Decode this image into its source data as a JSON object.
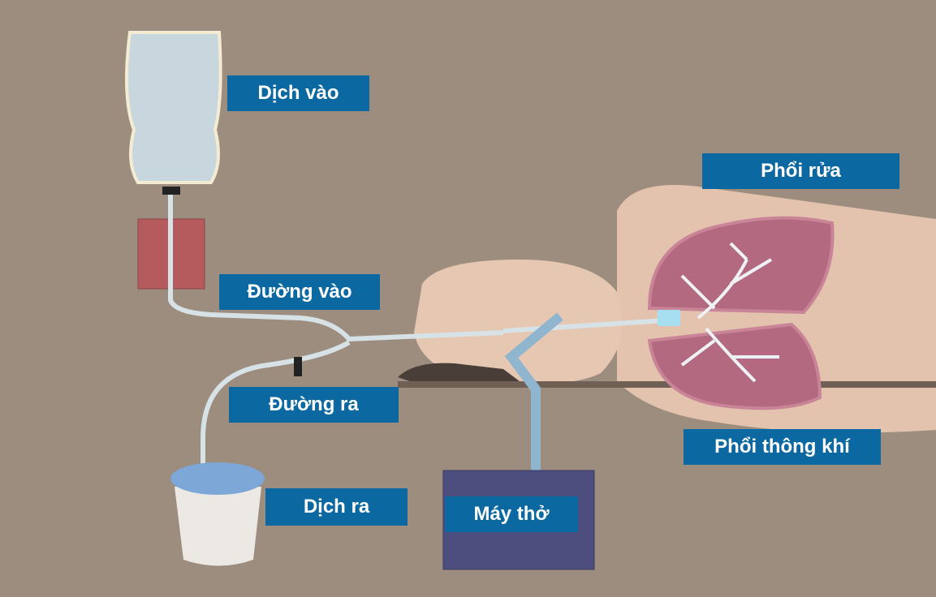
{
  "labels": {
    "inflow_fluid": "Dịch vào",
    "lavaged_lung": "Phổi rửa",
    "inflow_line": "Đường vào",
    "outflow_line": "Đường ra",
    "ventilated_lung": "Phổi thông khí",
    "outflow_fluid": "Dịch ra",
    "ventilator": "Máy thở"
  },
  "colors": {
    "background": "#9d8d7f",
    "label_background": "#0b68a0",
    "label_text": "#ffffff",
    "lung": "#b3697f",
    "ventilator": "#4d4d7e"
  }
}
